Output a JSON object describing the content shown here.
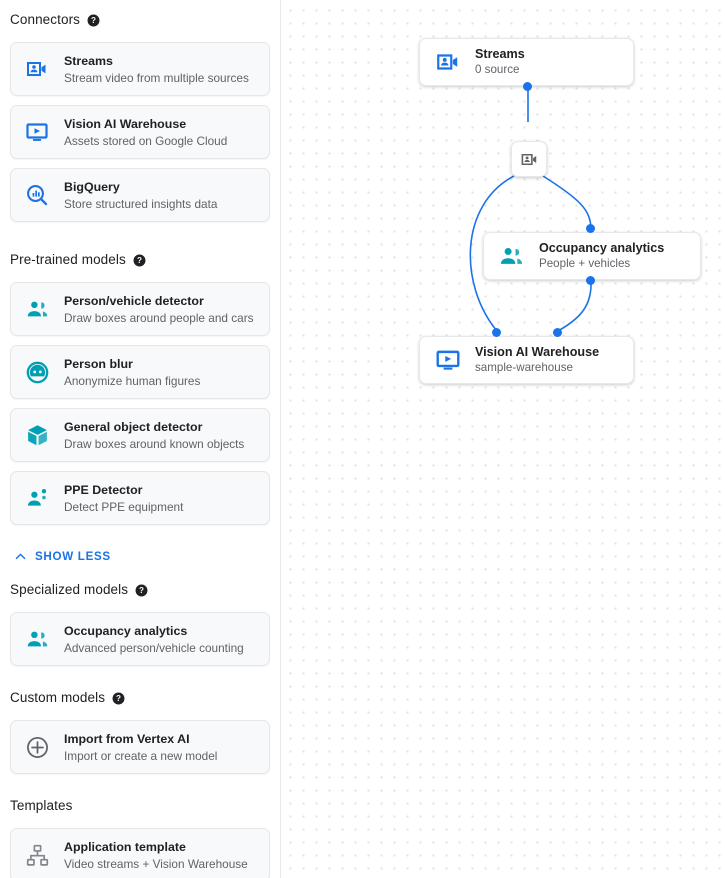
{
  "sidebar": {
    "sections": [
      {
        "id": "connectors",
        "title": "Connectors",
        "has_help": true,
        "help_icon": "help-icon",
        "items": [
          {
            "title": "Streams",
            "subtitle": "Stream video from multiple sources",
            "icon": "video-camera-person-icon",
            "icon_color": "#1a73e8"
          },
          {
            "title": "Vision AI Warehouse",
            "subtitle": "Assets stored on Google Cloud",
            "icon": "monitor-play-icon",
            "icon_color": "#1a73e8"
          },
          {
            "title": "BigQuery",
            "subtitle": "Store structured insights data",
            "icon": "bigquery-search-chart-icon",
            "icon_color": "#1a73e8"
          }
        ]
      },
      {
        "id": "pre-trained-models",
        "title": "Pre-trained models",
        "has_help": true,
        "help_icon": "help-icon",
        "items": [
          {
            "title": "Person/vehicle detector",
            "subtitle": "Draw boxes around people and cars",
            "icon": "person-vehicle-icon",
            "icon_color": "#00a0b4"
          },
          {
            "title": "Person blur",
            "subtitle": "Anonymize human figures",
            "icon": "face-blur-icon",
            "icon_color": "#00a0b4"
          },
          {
            "title": "General object detector",
            "subtitle": "Draw boxes around known objects",
            "icon": "cube-box-icon",
            "icon_color": "#00a0b4"
          },
          {
            "title": "PPE Detector",
            "subtitle": "Detect PPE equipment",
            "icon": "ppe-person-icon",
            "icon_color": "#00a0b4"
          }
        ]
      },
      {
        "id": "specialized-models",
        "title": "Specialized models",
        "has_help": true,
        "help_icon": "help-icon",
        "items": [
          {
            "title": "Occupancy analytics",
            "subtitle": "Advanced person/vehicle counting",
            "icon": "person-vehicle-icon",
            "icon_color": "#00a0b4"
          }
        ]
      },
      {
        "id": "custom-models",
        "title": "Custom models",
        "has_help": true,
        "help_icon": "help-icon",
        "items": [
          {
            "title": "Import from Vertex AI",
            "subtitle": "Import or create a new model",
            "icon": "plus-circle-icon",
            "icon_color": "#5f6368"
          }
        ]
      },
      {
        "id": "templates",
        "title": "Templates",
        "has_help": false,
        "items": [
          {
            "title": "Application template",
            "subtitle": "Video streams + Vision Warehouse",
            "icon": "hierarchy-tree-icon",
            "icon_color": "#80868b"
          }
        ]
      }
    ],
    "show_less": {
      "label": "SHOW LESS",
      "icon": "chevron-up-icon",
      "color": "#1a73e8"
    }
  },
  "canvas": {
    "grid": "dotted",
    "edge_color": "#1a73e8",
    "nodes": [
      {
        "id": "streams",
        "title": "Streams",
        "subtitle": "0 source",
        "icon": "video-camera-person-icon",
        "icon_color": "#1a73e8"
      },
      {
        "id": "occupancy",
        "title": "Occupancy analytics",
        "subtitle": "People + vehicles",
        "icon": "person-vehicle-icon",
        "icon_color": "#00a0b4"
      },
      {
        "id": "warehouse",
        "title": "Vision AI Warehouse",
        "subtitle": "sample-warehouse",
        "icon": "monitor-play-icon",
        "icon_color": "#1a73e8"
      }
    ],
    "badge": {
      "id": "stream-badge",
      "icon": "video-camera-person-icon",
      "icon_color": "#5f6368"
    }
  }
}
